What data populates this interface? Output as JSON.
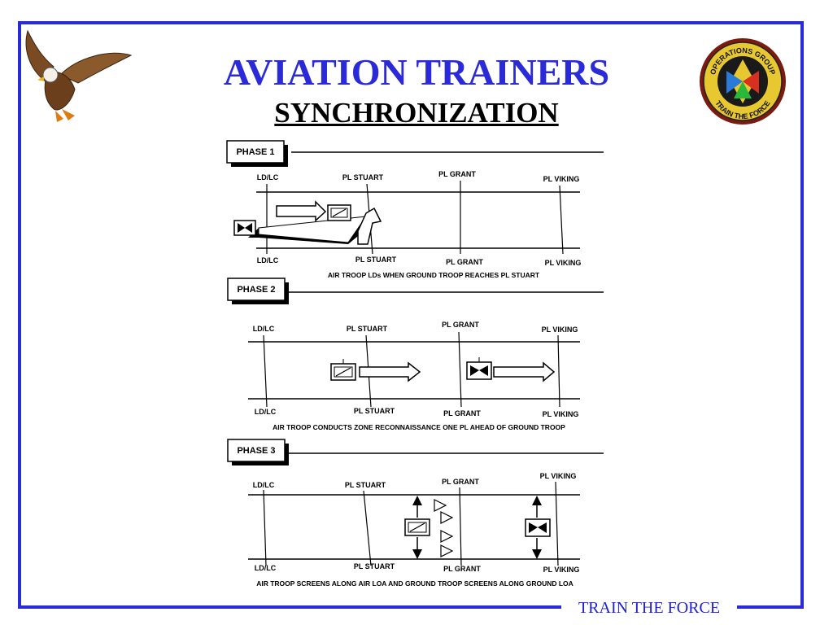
{
  "header": {
    "title": "AVIATION TRAINERS",
    "subtitle": "SYNCHRONIZATION",
    "seal_top_text": "OPERATIONS GROUP",
    "seal_bottom_text": "TRAIN THE FORCE"
  },
  "footer": {
    "text": "TRAIN THE FORCE"
  },
  "colors": {
    "frame": "#2b2bd6",
    "title": "#2a2ad8",
    "footer": "#1d1ddb"
  },
  "phases": [
    {
      "label": "PHASE 1",
      "top_labels": [
        "LD/LC",
        "PL STUART",
        "PL GRANT",
        "PL VIKING"
      ],
      "bottom_labels": [
        "LD/LC",
        "PL STUART",
        "PL GRANT",
        "PL VIKING"
      ],
      "caption": "AIR TROOP LDs WHEN GROUND TROOP REACHES PL STUART"
    },
    {
      "label": "PHASE 2",
      "top_labels": [
        "LD/LC",
        "PL STUART",
        "PL GRANT",
        "PL VIKING"
      ],
      "bottom_labels": [
        "LD/LC",
        "PL STUART",
        "PL GRANT",
        "PL VIKING"
      ],
      "caption": "AIR TROOP CONDUCTS ZONE RECONNAISSANCE ONE PL AHEAD OF GROUND TROOP"
    },
    {
      "label": "PHASE 3",
      "top_labels": [
        "LD/LC",
        "PL STUART",
        "PL GRANT",
        "PL VIKING"
      ],
      "bottom_labels": [
        "LD/LC",
        "PL STUART",
        "PL GRANT",
        "PL VIKING"
      ],
      "caption": "AIR TROOP SCREENS ALONG AIR LOA AND GROUND TROOP SCREENS ALONG GROUND LOA"
    }
  ]
}
